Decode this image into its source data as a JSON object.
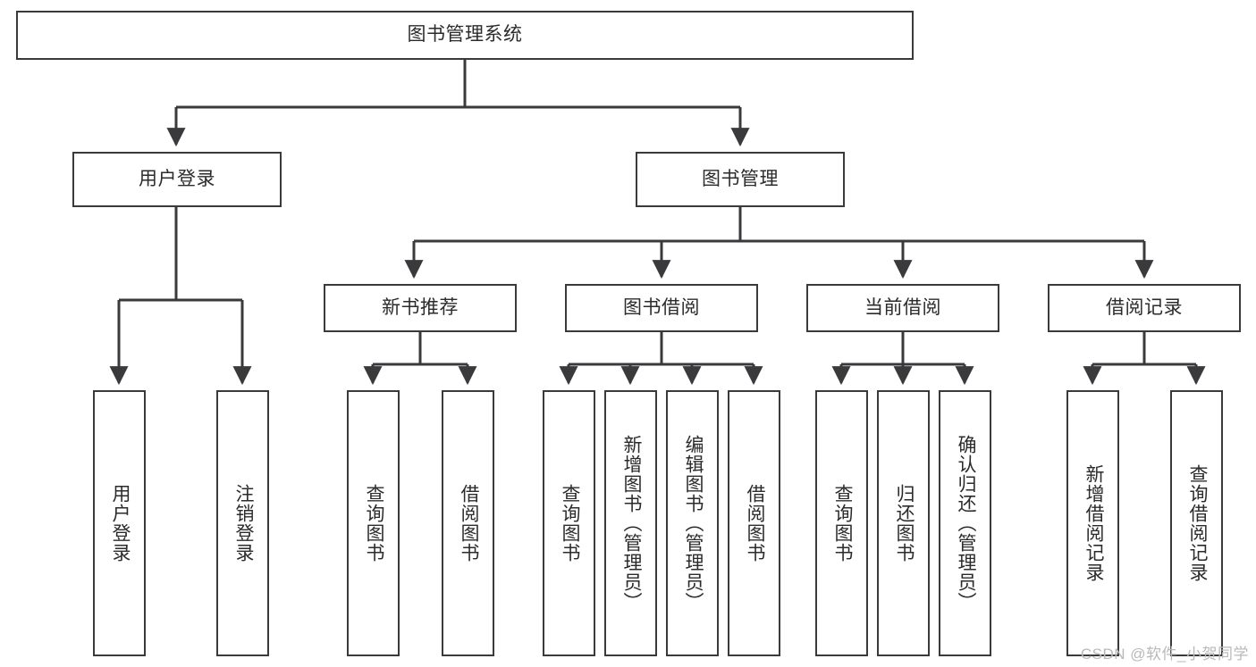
{
  "diagram": {
    "type": "tree",
    "title": "图书管理系统",
    "watermark": "CSDN @软件_小贺同学",
    "colors": {
      "box_border": "#3a3a3c",
      "box_fill": "#ffffff",
      "connector": "#3a3a3c",
      "text": "#2b2b2b",
      "watermark": "#b9b9b9",
      "background": "#ffffff"
    },
    "root": {
      "label": "图书管理系统"
    },
    "level2": [
      {
        "label": "用户登录"
      },
      {
        "label": "图书管理"
      }
    ],
    "level3": [
      {
        "label": "新书推荐"
      },
      {
        "label": "图书借阅"
      },
      {
        "label": "当前借阅"
      },
      {
        "label": "借阅记录"
      }
    ],
    "leaves": {
      "user_login": [
        {
          "label": "用户登录"
        },
        {
          "label": "注销登录"
        }
      ],
      "new_book_recommend": [
        {
          "label": "查询图书"
        },
        {
          "label": "借阅图书"
        }
      ],
      "book_borrow": [
        {
          "label": "查询图书"
        },
        {
          "label": "新增图书（管理员）"
        },
        {
          "label": "编辑图书（管理员）"
        },
        {
          "label": "借阅图书"
        }
      ],
      "current_borrow": [
        {
          "label": "查询图书"
        },
        {
          "label": "归还图书"
        },
        {
          "label": "确认归还（管理员）"
        }
      ],
      "borrow_record": [
        {
          "label": "新增借阅记录"
        },
        {
          "label": "查询借阅记录"
        }
      ]
    }
  }
}
